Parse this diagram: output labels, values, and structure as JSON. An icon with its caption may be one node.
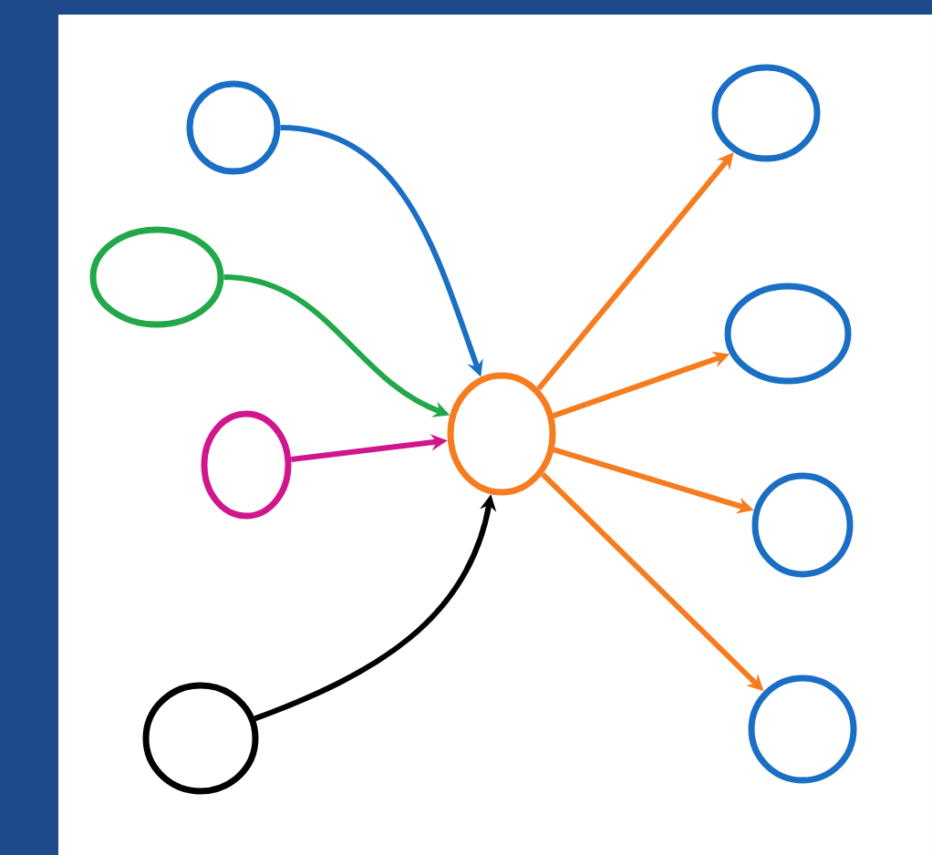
{
  "diagram": {
    "nodes": [
      {
        "text": [],
        "shape": "circle"
      },
      {
        "text": [],
        "shape": "circle"
      },
      {
        "text": [],
        "shape": "circle"
      },
      {
        "text": [],
        "shape": "circle"
      },
      {
        "text": [],
        "shape": "circle"
      },
      {
        "text": [],
        "shape": "circle"
      },
      {
        "text": [],
        "shape": "circle"
      },
      {
        "text": [],
        "shape": "circle"
      },
      {
        "text": [],
        "shape": "circle"
      }
    ],
    "edges": [
      {
        "from": 0,
        "to": 4,
        "arrow": "to",
        "color": "#1a6fc4"
      },
      {
        "from": 1,
        "to": 4,
        "arrow": "to",
        "color": "#22a84a"
      },
      {
        "from": 2,
        "to": 4,
        "arrow": "to",
        "color": "#d0168c"
      },
      {
        "from": 3,
        "to": 4,
        "arrow": "to",
        "color": "#000000"
      },
      {
        "from": 4,
        "to": 5,
        "arrow": "to"
      },
      {
        "from": 4,
        "to": 6,
        "arrow": "to"
      },
      {
        "from": 4,
        "to": 7,
        "arrow": "to"
      },
      {
        "from": 4,
        "to": 8,
        "arrow": "to"
      }
    ]
  }
}
